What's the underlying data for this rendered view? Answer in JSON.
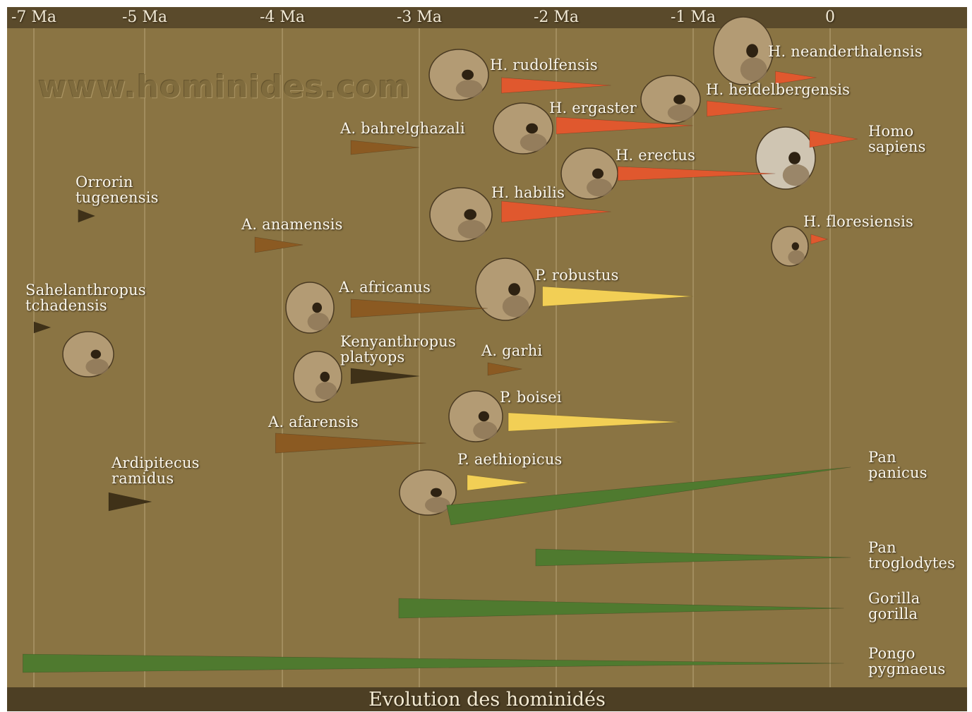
{
  "title": "Evolution des hominidés",
  "watermark": "www.hominides.com",
  "colors": {
    "background": "#8a7443",
    "header_bar": "#5a4a2b",
    "australopith": "#8b5a22",
    "early_hominid": "#3f3118",
    "homo": "#e0582e",
    "paranthropus": "#f2cf55",
    "great_apes": "#4f7a2f",
    "skull": "#b39b74"
  },
  "axis": {
    "unit": "Ma",
    "ticks": [
      {
        "value": -7,
        "label": "-7 Ma"
      },
      {
        "value": -5,
        "label": "-5 Ma"
      },
      {
        "value": -4,
        "label": "-4 Ma"
      },
      {
        "value": -3,
        "label": "-3 Ma"
      },
      {
        "value": -2,
        "label": "-2 Ma"
      },
      {
        "value": -1,
        "label": "-1 Ma"
      },
      {
        "value": 0,
        "label": "0"
      }
    ]
  },
  "species": [
    {
      "id": "neanderthalensis",
      "label": "H. neanderthalensis",
      "group": "homo",
      "start": -0.4,
      "end": -0.1
    },
    {
      "id": "rudolfensis",
      "label": "H. rudolfensis",
      "group": "homo",
      "start": -2.4,
      "end": -1.6
    },
    {
      "id": "heidelbergensis",
      "label": "H. heidelbergensis",
      "group": "homo",
      "start": -0.9,
      "end": -0.35
    },
    {
      "id": "ergaster",
      "label": "H. ergaster",
      "group": "homo",
      "start": -2.0,
      "end": -1.0
    },
    {
      "id": "sapiens",
      "label": "Homo\nsapiens",
      "group": "homo",
      "start": -0.15,
      "end": 0.2
    },
    {
      "id": "bahrelghazali",
      "label": "A. bahrelghazali",
      "group": "australopith",
      "start": -3.5,
      "end": -3.0
    },
    {
      "id": "erectus",
      "label": "H. erectus",
      "group": "homo",
      "start": -1.55,
      "end": -0.4
    },
    {
      "id": "habilis",
      "label": "H. habilis",
      "group": "homo",
      "start": -2.4,
      "end": -1.6
    },
    {
      "id": "orrorin",
      "label": "Orrorin\ntugenensis",
      "group": "early_hominid",
      "start": -6.2,
      "end": -5.9
    },
    {
      "id": "anamensis",
      "label": "A. anamensis",
      "group": "australopith",
      "start": -4.2,
      "end": -3.85
    },
    {
      "id": "floresiensis",
      "label": "H. floresiensis",
      "group": "homo",
      "start": -0.14,
      "end": -0.02
    },
    {
      "id": "robustus",
      "label": "P. robustus",
      "group": "paranthropus",
      "start": -2.1,
      "end": -1.0
    },
    {
      "id": "sahelanthropus",
      "label": "Sahelanthropus\ntchadensis",
      "group": "early_hominid",
      "start": -7.0,
      "end": -6.7
    },
    {
      "id": "africanus",
      "label": "A. africanus",
      "group": "australopith",
      "start": -3.5,
      "end": -2.5
    },
    {
      "id": "platyops",
      "label": "Kenyanthropus\nplatyops",
      "group": "early_hominid",
      "start": -3.5,
      "end": -3.0
    },
    {
      "id": "garhi",
      "label": "A. garhi",
      "group": "australopith",
      "start": -2.5,
      "end": -2.25
    },
    {
      "id": "boisei",
      "label": "P. boisei",
      "group": "paranthropus",
      "start": -2.35,
      "end": -1.1
    },
    {
      "id": "afarensis",
      "label": "A. afarensis",
      "group": "australopith",
      "start": -4.05,
      "end": -2.95
    },
    {
      "id": "aethiopicus",
      "label": "P. aethiopicus",
      "group": "paranthropus",
      "start": -2.65,
      "end": -2.2
    },
    {
      "id": "ramidus",
      "label": "Ardipitecus\nramidus",
      "group": "early_hominid",
      "start": -5.65,
      "end": -4.95
    },
    {
      "id": "pan_paniscus",
      "label": "Pan\npanicus",
      "group": "great_apes",
      "start": -2.8,
      "end": 0.15
    },
    {
      "id": "pan_troglodytes",
      "label": "Pan\ntroglodytes",
      "group": "great_apes",
      "start": -2.15,
      "end": 0.15
    },
    {
      "id": "gorilla",
      "label": "Gorilla\ngorilla",
      "group": "great_apes",
      "start": -3.15,
      "end": 0.1
    },
    {
      "id": "pongo",
      "label": "Pongo\npygmaeus",
      "group": "great_apes",
      "start": -7.2,
      "end": 0.1
    }
  ]
}
